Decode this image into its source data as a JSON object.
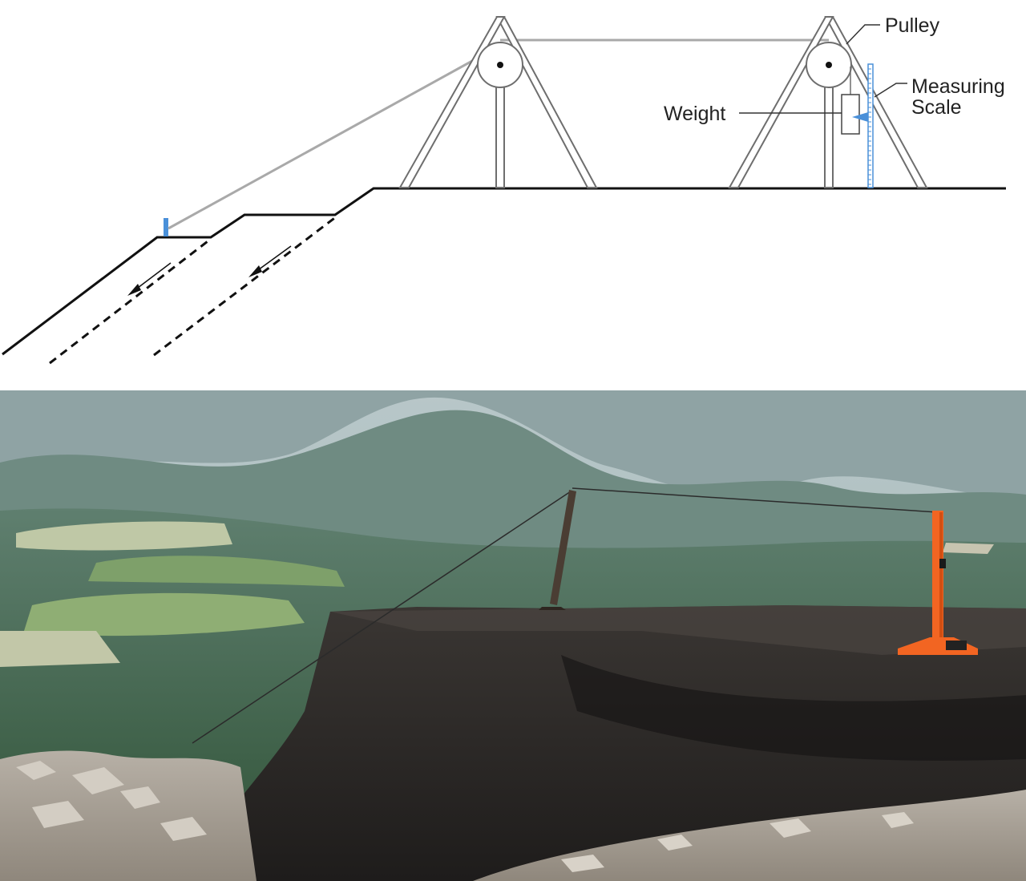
{
  "labels": {
    "pulley": "Pulley",
    "measuring_scale_line1": "Measuring",
    "measuring_scale_line2": "Scale",
    "weight": "Weight"
  },
  "colors": {
    "line": "#111111",
    "frame": "#6e6e6e",
    "wire": "#a9a9a9",
    "marker_blue": "#4a90d9",
    "orange_post": "#f26522"
  }
}
